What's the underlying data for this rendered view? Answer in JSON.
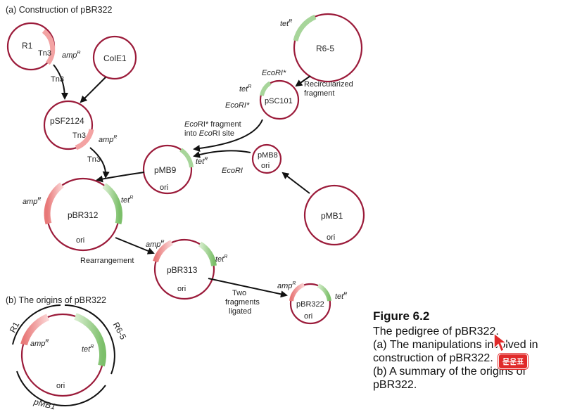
{
  "sections": {
    "a_title": "(a) Construction of pBR322",
    "b_title": "(b) The origins of pBR322"
  },
  "plasmids": {
    "r1": "R1",
    "cole1": "ColE1",
    "r65": "R6-5",
    "psc101": "pSC101",
    "psf2124": "pSF2124",
    "pmb9": "pMB9",
    "pmb8": "pMB8",
    "pbr312": "pBR312",
    "pbr313": "pBR313",
    "pmb1": "pMB1",
    "pbr322": "pBR322"
  },
  "markers": {
    "tn3": "Tn3",
    "amp": "amp",
    "tet": "tet",
    "sup_r": "R",
    "ori": "ori",
    "ecori": "EcoRI",
    "ecori_star": "EcoRI*",
    "eco": "Eco",
    "ri_star": "RI*",
    "ri": "RI"
  },
  "steps": {
    "tn3": "Tn3",
    "recircularized_1": "Recircularized",
    "recircularized_2": "fragment",
    "fragment_1_a": "Eco",
    "fragment_1_b": "RI* fragment",
    "fragment_2_a": "into ",
    "fragment_2_b": "Eco",
    "fragment_2_c": "RI site",
    "rearrangement": "Rearrangement",
    "two_1": "Two",
    "two_2": "fragments",
    "two_3": "ligated"
  },
  "origins": {
    "r1": "R1",
    "r65": "R6-5",
    "pmb1": "pMB1"
  },
  "caption": {
    "title": "Figure 6.2",
    "line1": "The pedigree of pBR322.",
    "line2": "(a) The manipulations involved in",
    "line3": "construction of pBR322.",
    "line4": "(b) A summary of the origins of",
    "line5": "pBR322."
  },
  "overlay": {
    "badge": "문운표"
  },
  "colors": {
    "plasmid": "#9b1b3a",
    "amp_fill": "#f3a3a3",
    "tet_fill": "#a7d59a"
  }
}
